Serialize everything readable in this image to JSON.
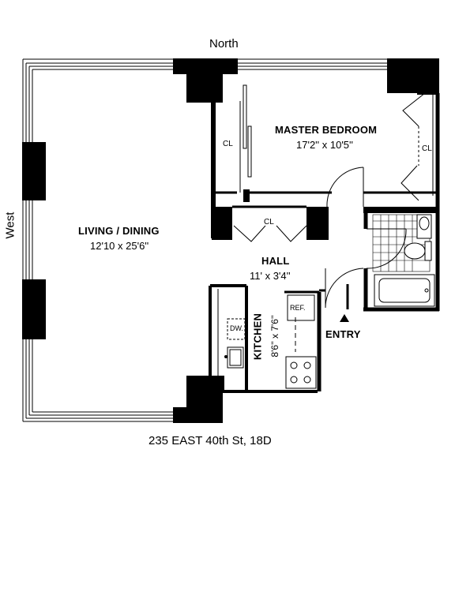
{
  "compass": {
    "north": "North",
    "west": "West"
  },
  "rooms": {
    "living": {
      "name": "LIVING / DINING",
      "dims": "12'10 x 25'6''"
    },
    "master": {
      "name": "MASTER BEDROOM",
      "dims": "17'2'' x 10'5''"
    },
    "hall": {
      "name": "HALL",
      "dims": "11' x 3'4''"
    },
    "kitchen": {
      "name": "KITCHEN",
      "dims": "8'6'' x 7'6''"
    }
  },
  "closets": {
    "cl1": "CL",
    "cl2": "CL",
    "cl3": "CL"
  },
  "appliances": {
    "dishwasher": "DW.",
    "refrigerator": "REF."
  },
  "entry": {
    "label": "ENTRY"
  },
  "address": "235 EAST 40th St, 18D"
}
